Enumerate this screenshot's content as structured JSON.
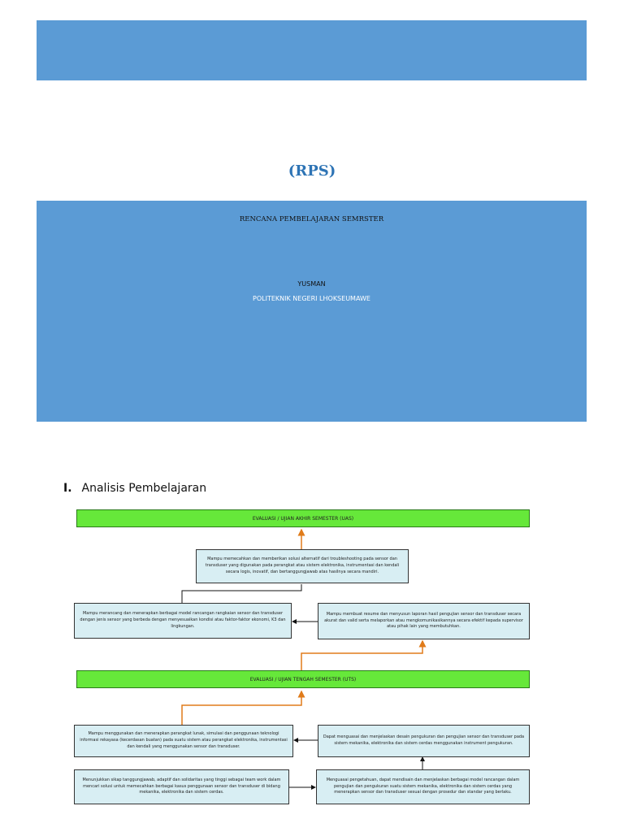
{
  "cover": {
    "rps_label": "(RPS)",
    "heading": "RENCANA PEMBELAJARAN SEMRSTER",
    "author": "YUSMAN",
    "institution": "POLITEKNIK NEGERI LHOKSEUMAWE"
  },
  "section": {
    "number": "I.",
    "title": "Analisis Pembelajaran"
  },
  "diagram": {
    "uas": "EVALUASI / UJIAN AKHIR SEMESTER (UAS)",
    "uts": "EVALUASI / UJIAN TENGAH SEMESTER (UTS)",
    "node_top": "Mampu memecahkan dan memberikan solusi alternatif dari troubleshooting pada sensor dan transduser yang digunakan pada perangkat atau sistem elektronika, instrumentasi dan kendali secara logis, inovatif, dan bertanggungjawab atas hasilnya secara mandiri.",
    "node_mid_left": "Mampu merancang dan menerapkan berbagai model rancangan rangkaian sensor dan transduser dengan jenis sensor yang berbeda dengan menyesuaikan kondisi atau faktor-faktor ekonomi, K3 dan lingkungan.",
    "node_mid_right": "Mampu membuat resume dan menyusun laporan hasil pengujian sensor dan transduser secara akurat dan valid serta melaporkan atau mengkomunikasikannya secara efektif kepada supervisor atau pihak lain yang membutuhkan.",
    "node_low_left": "Mampu menggunakan dan menerapkan perangkat lunak, simulasi dan penggunaan teknologi informasi rekayasa (kecerdasan buatan) pada suatu sistem atau perangkat elektronika, instrumentasi dan kendali yang menggunakan sensor dan transduser.",
    "node_low_right": "Dapat menguasai dan menjelaskan desain pengukuran dan pengujian sensor dan transduser pada sistem mekanika, elektronika dan sistem cerdas menggunakan instrument pengukuran.",
    "node_bot_left": "Menunjukkan sikap tanggungjawab, adaptif dan solidaritas yang tinggi sebagai team work dalam mencari solusi untuk memecahkan berbagai kasus penggunaan sensor dan transduser di bidang mekanika, elektronika dan sistem cerdas.",
    "node_bot_right": "Menguasai pengetahuan, dapat mendisain dan menjelaskan berbagai model rancangan dalam pengujian dan pengukuran suatu sistem mekanika, elektronika dan sistem cerdas yang menerapkan sensor dan transduser sesuai dengan prosedur dan standar yang berlaku."
  },
  "colors": {
    "cover_blue": "#5b9bd5",
    "title_blue": "#2e74b5",
    "bar_green": "#66e83a",
    "node_fill": "#d8eef3",
    "arrow_orange": "#e07b1a"
  }
}
